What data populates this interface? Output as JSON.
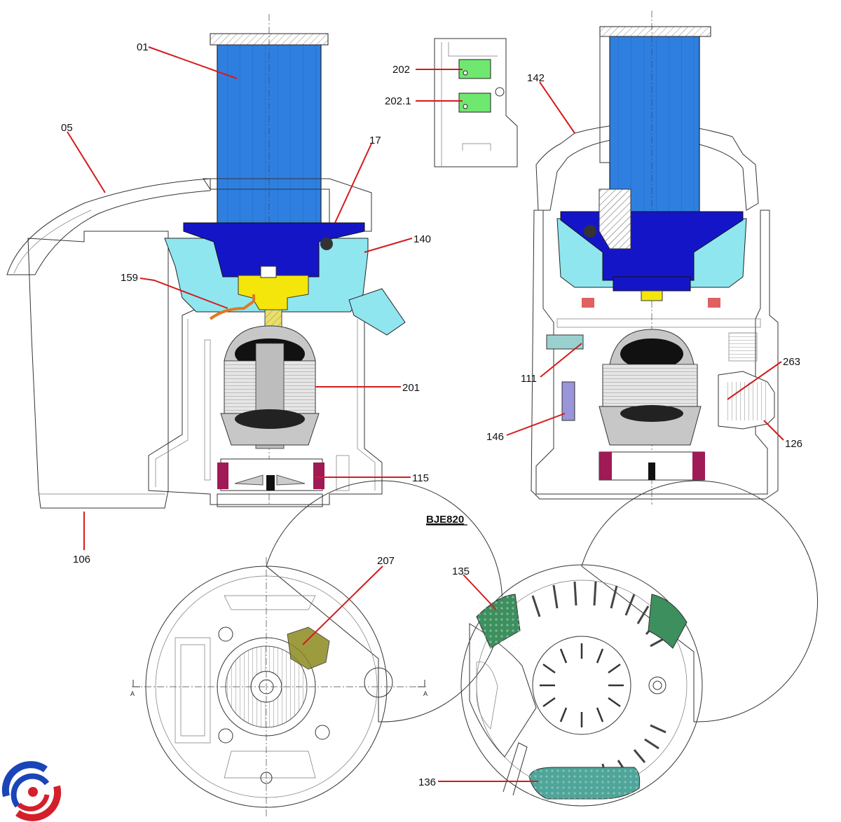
{
  "model": "BJE820",
  "section_marks": [
    "A",
    "A"
  ],
  "colors": {
    "leader": "#d41c1c",
    "feed_tube": "#2f7fe0",
    "bowl_blue": "#1515c8",
    "bowl_cyan": "#8fe6ef",
    "coupling_yellow": "#f4e60a",
    "switch_green": "#6fe86f",
    "fan_magenta": "#a01a55",
    "pad_green": "#3d8f5e",
    "pad_teal": "#4fa59a",
    "board_olive": "#8c8a1e",
    "hose_orange": "#e07820",
    "lamp_lavender": "#9a95d8"
  },
  "parts": [
    {
      "id": "01"
    },
    {
      "id": "05"
    },
    {
      "id": "17"
    },
    {
      "id": "140"
    },
    {
      "id": "159"
    },
    {
      "id": "201"
    },
    {
      "id": "115"
    },
    {
      "id": "106"
    },
    {
      "id": "202"
    },
    {
      "id": "202.1"
    },
    {
      "id": "142"
    },
    {
      "id": "111"
    },
    {
      "id": "263"
    },
    {
      "id": "146"
    },
    {
      "id": "126"
    },
    {
      "id": "207"
    },
    {
      "id": "135"
    },
    {
      "id": "136"
    }
  ]
}
